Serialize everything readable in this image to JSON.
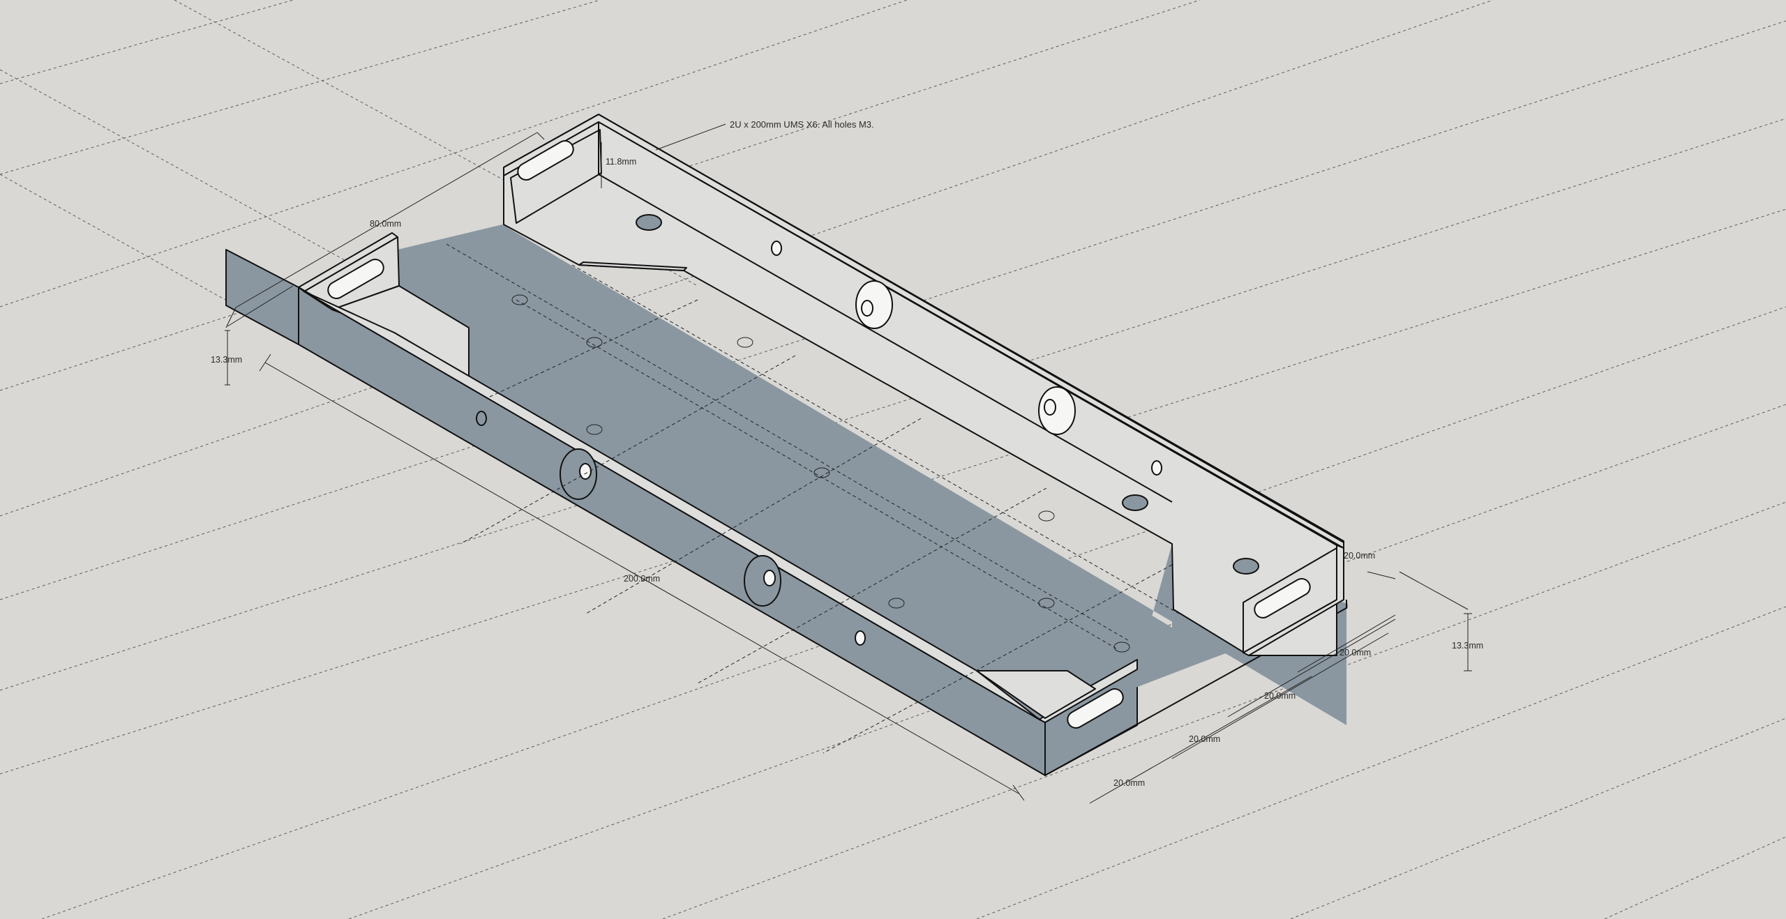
{
  "scene": {
    "background_color": "#d9d8d4",
    "part_light_color": "#dededd",
    "part_shadow_color": "#8a97a0",
    "edge_color": "#111111",
    "guide_color": "#333333"
  },
  "annotation": {
    "note": "2U x 200mm UMS X6. All holes M3."
  },
  "dimensions": {
    "width": "80.0mm",
    "height_left": "13.3mm",
    "height_right": "13.3mm",
    "wall_height": "11.8mm",
    "length": "200.0mm",
    "spacing_1": "20.0mm",
    "spacing_2": "20.0mm",
    "spacing_3": "20.0mm",
    "spacing_4": "20.0mm",
    "spacing_5": "20.0mm"
  }
}
